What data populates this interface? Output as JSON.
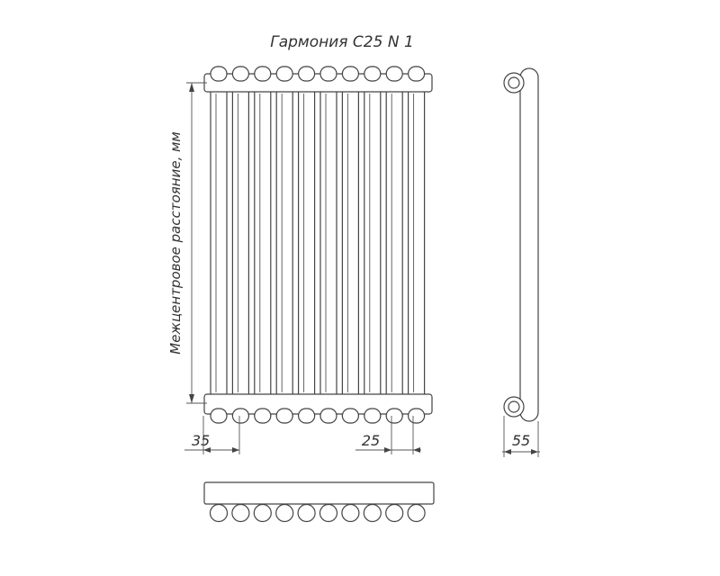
{
  "diagram": {
    "title": "Гармония С25 N 1",
    "vertical_label": "Межцентровое расстояние, мм",
    "dimensions": {
      "side_offset": "35",
      "tube_spacing": "25",
      "depth": "55"
    },
    "section_count": 10
  }
}
